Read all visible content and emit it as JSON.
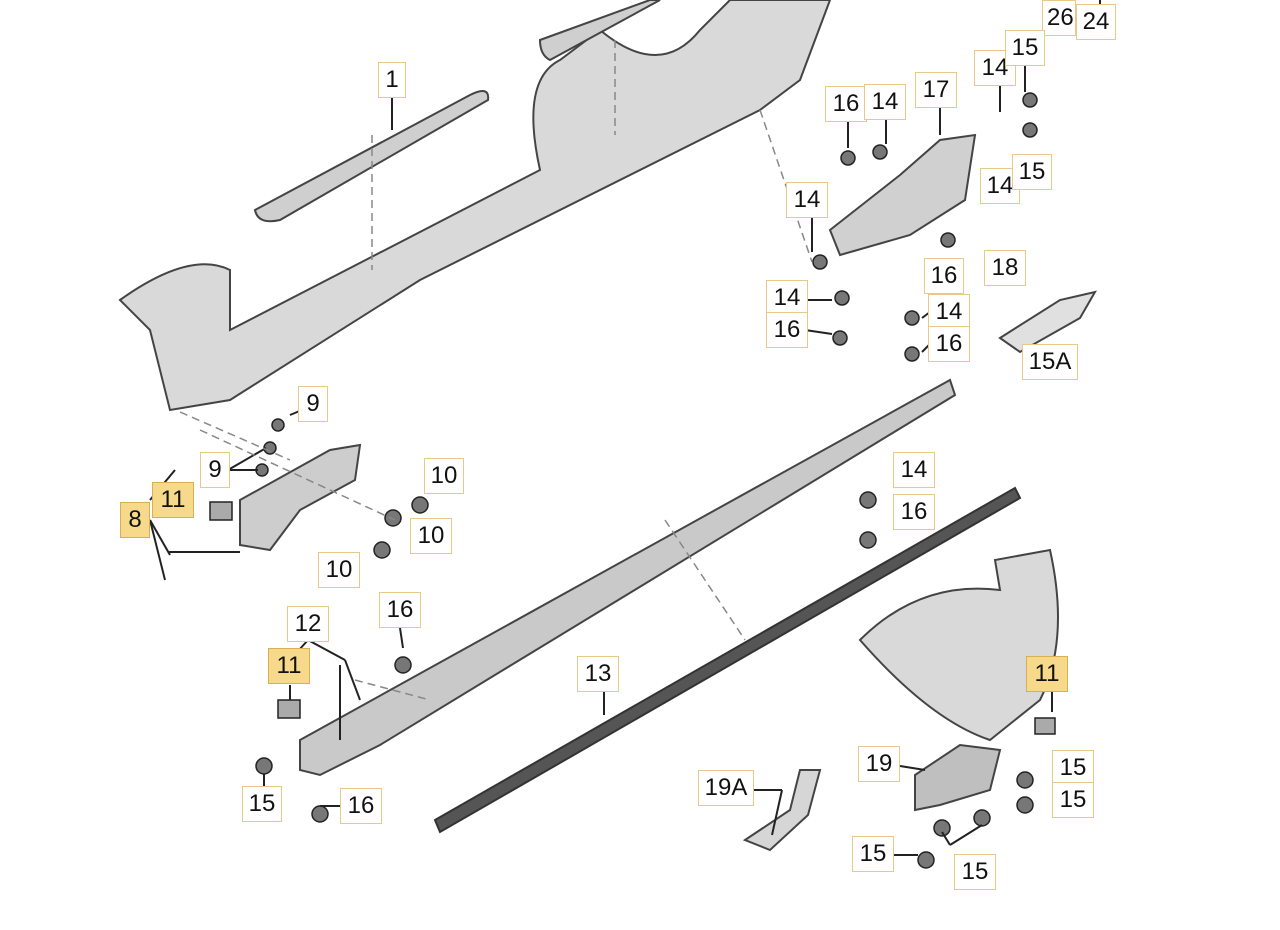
{
  "colors": {
    "part_stroke": "#444444",
    "part_fill": "#d9d9d9",
    "line": "#222222",
    "dash": "#888888",
    "callout_border": "#e8c98a",
    "highlight": "#f6d98a"
  },
  "callouts": [
    {
      "label": "26"
    },
    {
      "label": "24"
    },
    {
      "label": "1"
    },
    {
      "label": "17"
    },
    {
      "label": "14"
    },
    {
      "label": "15"
    },
    {
      "label": "16"
    },
    {
      "label": "14"
    },
    {
      "label": "14"
    },
    {
      "label": "15"
    },
    {
      "label": "14"
    },
    {
      "label": "18"
    },
    {
      "label": "16"
    },
    {
      "label": "14"
    },
    {
      "label": "16"
    },
    {
      "label": "14"
    },
    {
      "label": "16"
    },
    {
      "label": "15A"
    },
    {
      "label": "9"
    },
    {
      "label": "9"
    },
    {
      "label": "10"
    },
    {
      "label": "11",
      "highlighted": true
    },
    {
      "label": "8",
      "highlighted": true
    },
    {
      "label": "10"
    },
    {
      "label": "10"
    },
    {
      "label": "14"
    },
    {
      "label": "16"
    },
    {
      "label": "16"
    },
    {
      "label": "12"
    },
    {
      "label": "11",
      "highlighted": true
    },
    {
      "label": "13"
    },
    {
      "label": "11",
      "highlighted": true
    },
    {
      "label": "19"
    },
    {
      "label": "15"
    },
    {
      "label": "15"
    },
    {
      "label": "19A"
    },
    {
      "label": "15"
    },
    {
      "label": "16"
    },
    {
      "label": "15"
    },
    {
      "label": "15"
    }
  ]
}
